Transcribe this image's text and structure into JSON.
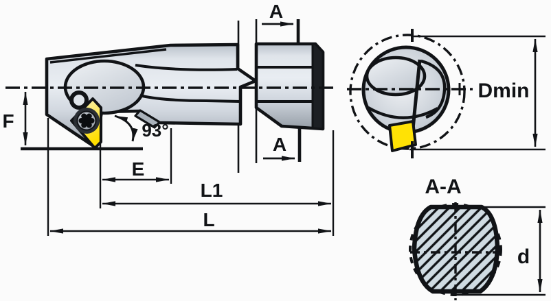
{
  "drawing": {
    "kind": "engineering-diagram",
    "subject": "indexable-insert boring bar (internal turning toolholder), side view, front view and section A-A"
  },
  "labels": {
    "section_top": "A",
    "section_bottom": "A",
    "angle": "93°",
    "f": "F",
    "e": "E",
    "l1": "L1",
    "l": "L",
    "dmin": "Dmin",
    "section_title": "A-A",
    "d": "d"
  },
  "colors": {
    "outline": "#111316",
    "metal_light": "#e9edf2",
    "metal_dark": "#969ea7",
    "insert_yellow": "#ffe205",
    "section_fill": "#cfdbe2",
    "background": "#fbfbfb"
  }
}
